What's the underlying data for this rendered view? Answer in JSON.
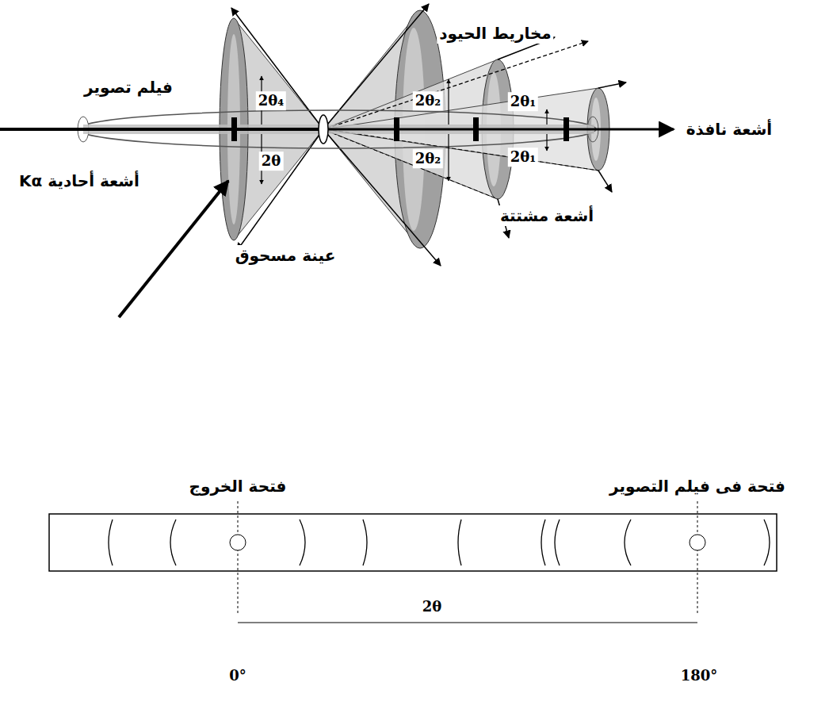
{
  "diagram": {
    "labels": [
      "مخاريط الحيود",
      "فيلم تصوير",
      "أشعة نافذة",
      "أشعة أحادية Kα",
      "2θ₄",
      "2θ",
      "2θ₂",
      "2θ₂",
      "2θ₁",
      "2θ₁",
      "أشعة مشتتة",
      "عينة مسحوق",
      "فتحة الخروج",
      "فتحة فى فيلم التصوير",
      "2θ",
      "0°",
      "180°"
    ]
  }
}
